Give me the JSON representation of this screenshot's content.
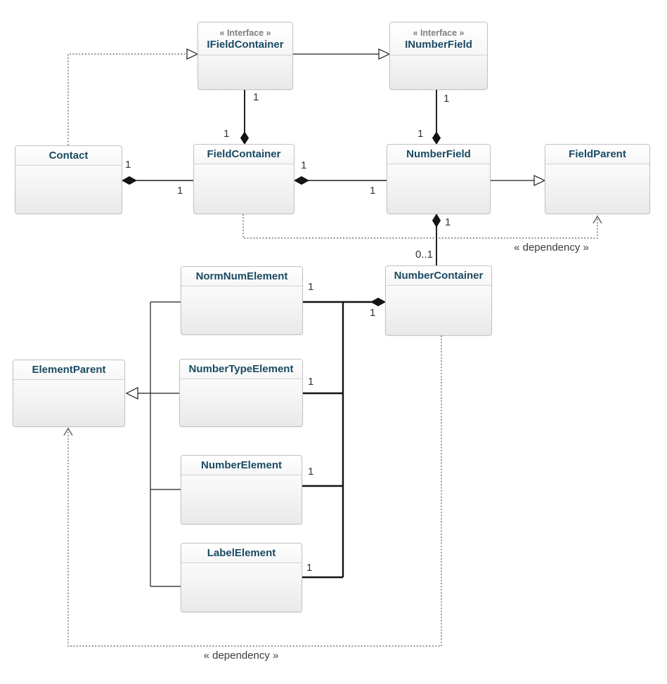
{
  "diagram": {
    "type": "uml-class-diagram",
    "labels": {
      "one": "1",
      "zero_one": "0..1",
      "dependency": "« dependency »"
    },
    "classes": {
      "ifieldcontainer": {
        "stereotype": "« Interface »",
        "name": "IFieldContainer"
      },
      "inumberfield": {
        "stereotype": "« Interface »",
        "name": "INumberField"
      },
      "contact": {
        "name": "Contact"
      },
      "fieldcontainer": {
        "name": "FieldContainer"
      },
      "numberfield": {
        "name": "NumberField"
      },
      "fieldparent": {
        "name": "FieldParent"
      },
      "normnumelement": {
        "name": "NormNumElement"
      },
      "numbercontainer": {
        "name": "NumberContainer"
      },
      "elementparent": {
        "name": "ElementParent"
      },
      "numbertypeelement": {
        "name": "NumberTypeElement"
      },
      "numberelement": {
        "name": "NumberElement"
      },
      "labelelement": {
        "name": "LabelElement"
      }
    },
    "relationships": [
      {
        "type": "realization",
        "from": "Contact",
        "to": "IFieldContainer"
      },
      {
        "type": "generalization",
        "from": "IFieldContainer",
        "to": "INumberField"
      },
      {
        "type": "composition",
        "whole": "FieldContainer",
        "part": "IFieldContainer",
        "whole_mult": "1",
        "part_mult": "1"
      },
      {
        "type": "composition",
        "whole": "NumberField",
        "part": "INumberField",
        "whole_mult": "1",
        "part_mult": "1"
      },
      {
        "type": "composition",
        "whole": "Contact",
        "part": "FieldContainer",
        "whole_mult": "1",
        "part_mult": "1"
      },
      {
        "type": "composition",
        "whole": "FieldContainer",
        "part": "NumberField",
        "whole_mult": "1",
        "part_mult": "1"
      },
      {
        "type": "generalization",
        "from": "NumberField",
        "to": "FieldParent"
      },
      {
        "type": "dependency",
        "from": "FieldContainer",
        "to": "FieldParent",
        "label": "« dependency »"
      },
      {
        "type": "composition",
        "whole": "NumberField",
        "part": "NumberContainer",
        "whole_mult": "1",
        "part_mult": "0..1"
      },
      {
        "type": "composition",
        "whole": "NumberContainer",
        "part": "NormNumElement",
        "whole_mult": "1",
        "part_mult": "1"
      },
      {
        "type": "composition",
        "whole": "NumberContainer",
        "part": "NumberTypeElement",
        "part_mult": "1"
      },
      {
        "type": "composition",
        "whole": "NumberContainer",
        "part": "NumberElement",
        "part_mult": "1"
      },
      {
        "type": "composition",
        "whole": "NumberContainer",
        "part": "LabelElement",
        "part_mult": "1"
      },
      {
        "type": "generalization",
        "from": "NormNumElement",
        "to": "ElementParent"
      },
      {
        "type": "generalization",
        "from": "NumberTypeElement",
        "to": "ElementParent"
      },
      {
        "type": "generalization",
        "from": "NumberElement",
        "to": "ElementParent"
      },
      {
        "type": "generalization",
        "from": "LabelElement",
        "to": "ElementParent"
      },
      {
        "type": "dependency",
        "from": "NumberContainer",
        "to": "ElementParent",
        "label": "« dependency »"
      }
    ]
  }
}
